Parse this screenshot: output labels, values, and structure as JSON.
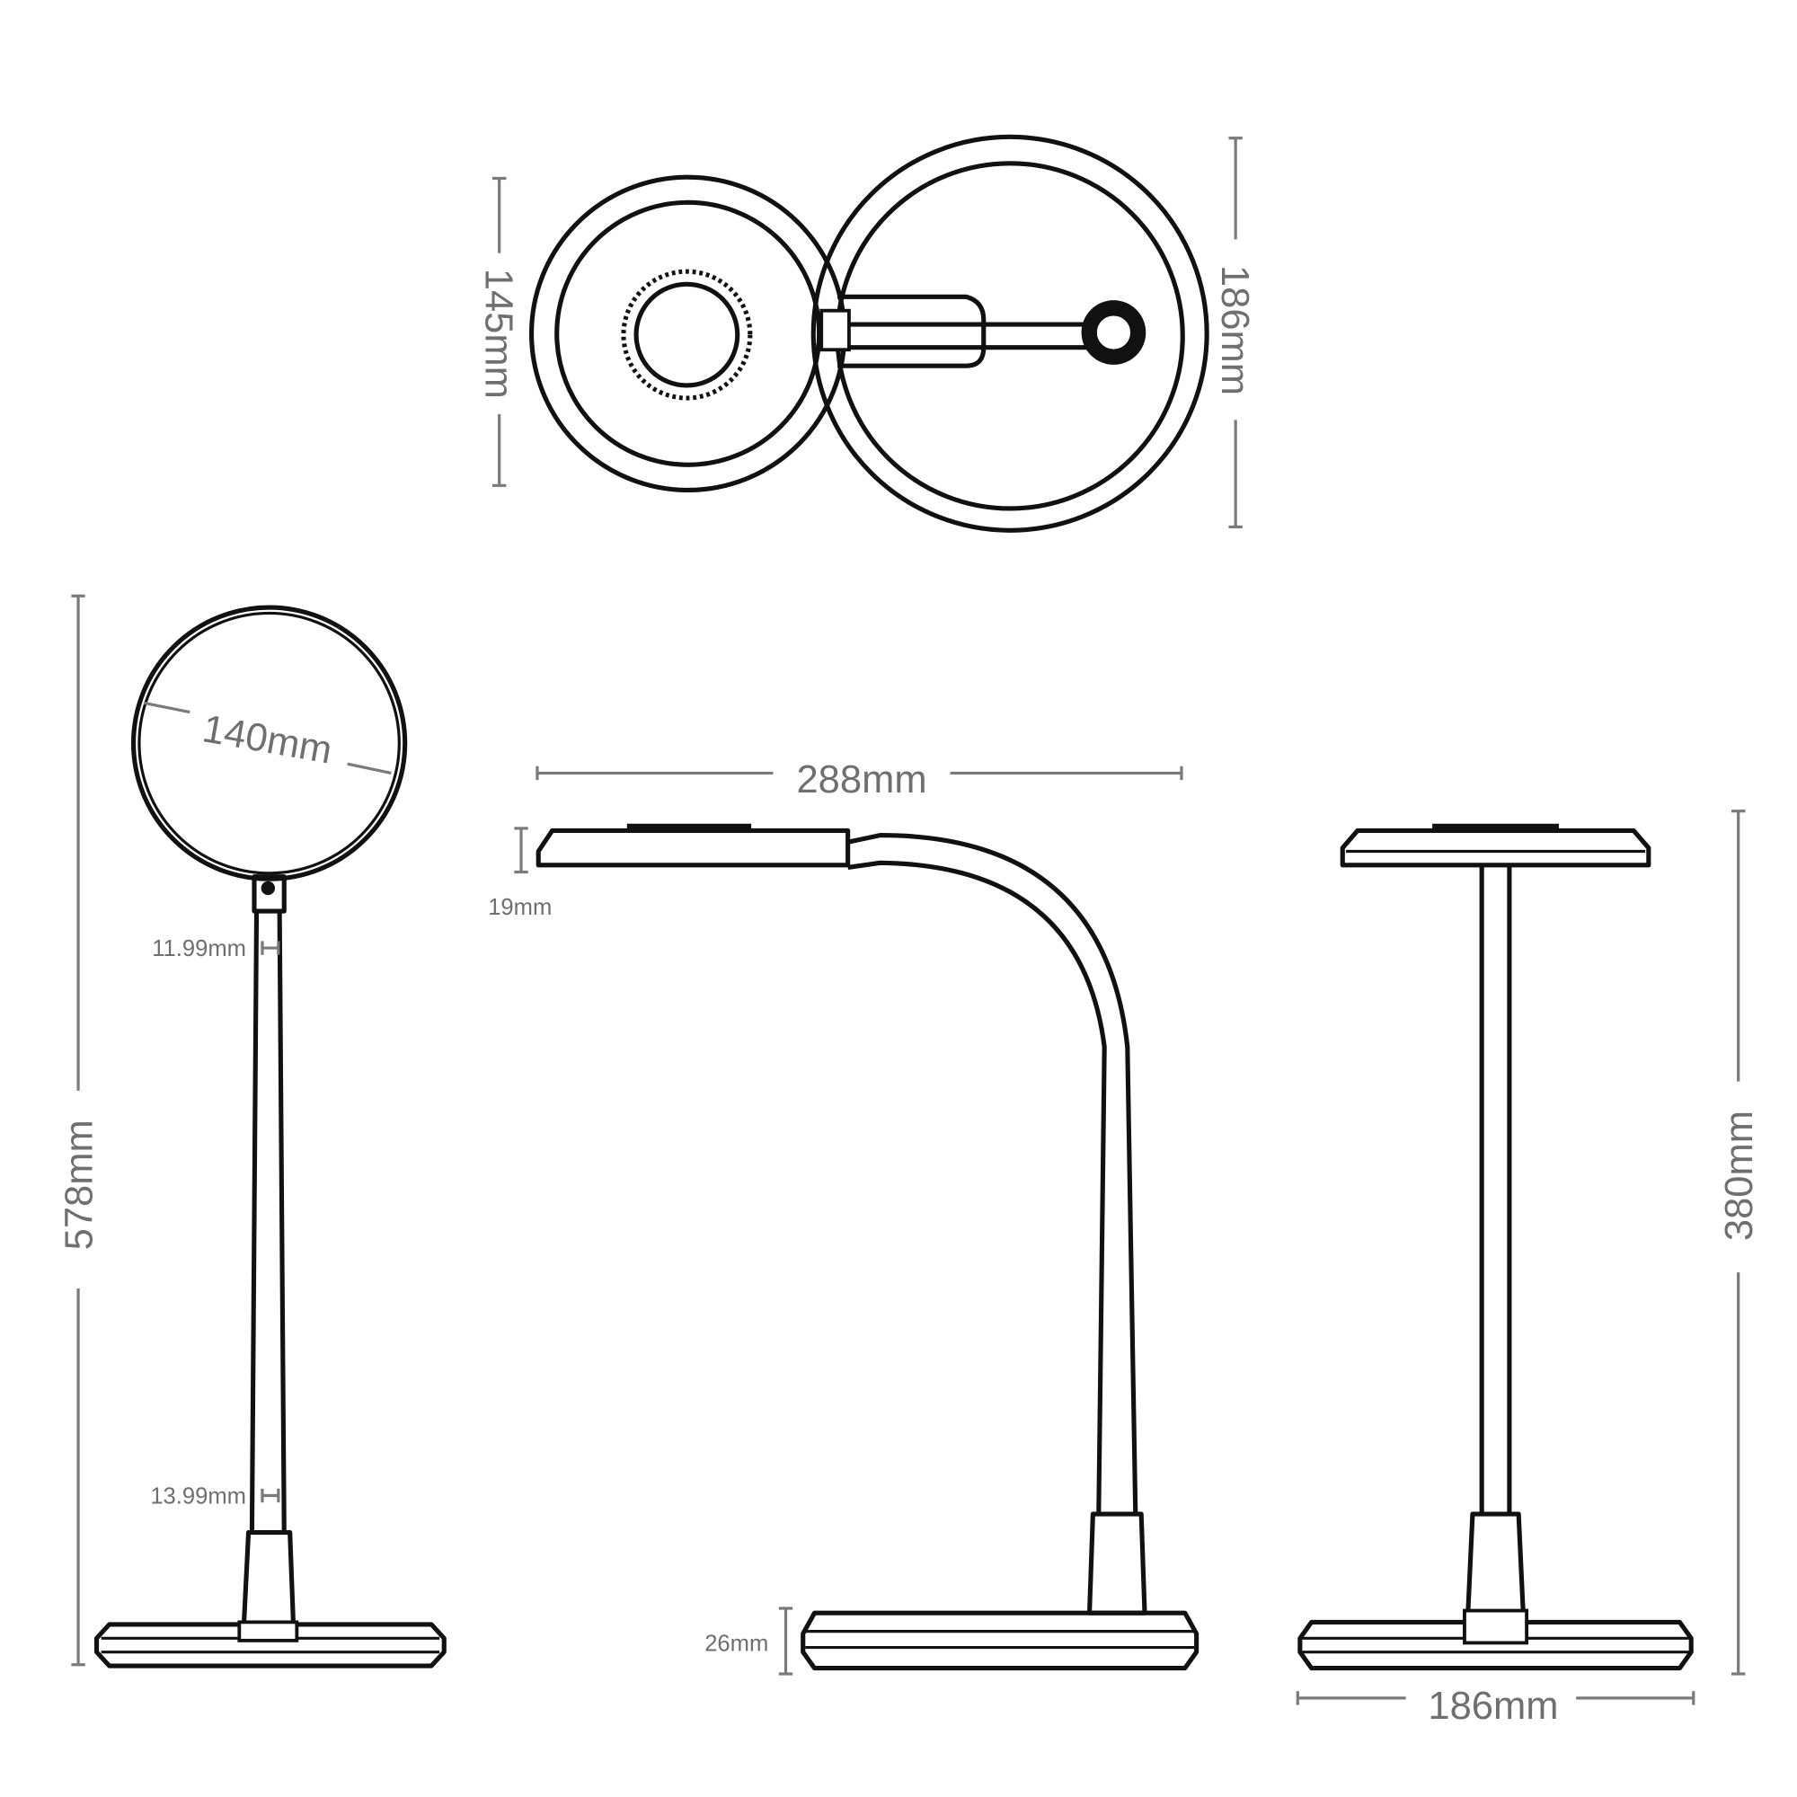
{
  "dimensions": {
    "top_view_lamp_head_height": "145mm",
    "top_view_base_diameter": "186mm",
    "head_diameter": "140mm",
    "total_height": "578mm",
    "arm_top_width": "11.99mm",
    "arm_bottom_width": "13.99mm",
    "reach": "288mm",
    "head_thickness": "19mm",
    "base_height": "26mm",
    "stand_height": "380mm",
    "base_width": "186mm"
  },
  "colors": {
    "line": "#111111",
    "dimension": "#7a7a7a",
    "background": "#ffffff"
  }
}
